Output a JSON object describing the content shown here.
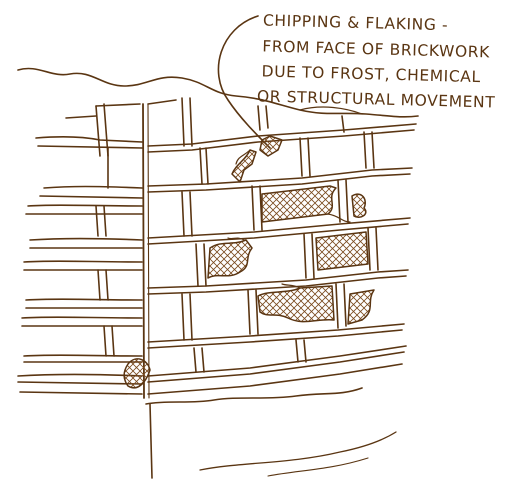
{
  "annotation": {
    "lines": [
      "CHIPPING & FLAKING -",
      "FROM FACE OF BRICKWORK",
      "DUE TO  FROST, CHEMICAL",
      "OR STRUCTURAL MOVEMENT"
    ]
  },
  "colors": {
    "ink": "#5a3512",
    "paper": "#ffffff",
    "hatch": "#7a4a1e"
  }
}
